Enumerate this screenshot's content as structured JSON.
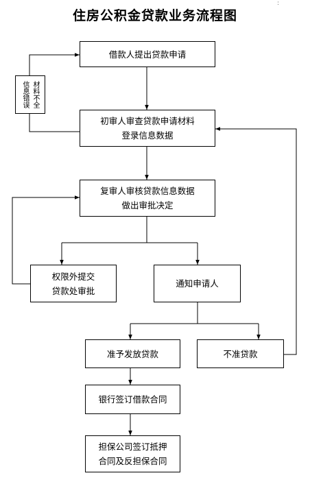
{
  "title": "住房公积金贷款业务流程图",
  "corner_mark": ":",
  "boxes": {
    "apply": [
      "借款人提出贷款申请"
    ],
    "first_review": [
      "初审人审查贷款申请材料",
      "登录信息数据"
    ],
    "second_review": [
      "复审人审核贷款信息数据",
      "做出审批决定"
    ],
    "beyond_authority": [
      "权限外提交",
      "贷款处审批"
    ],
    "notify": [
      "通知申请人"
    ],
    "approve": [
      "准予发放贷款"
    ],
    "reject": [
      "不准贷款"
    ],
    "bank_contract": [
      "银行签订借款合同"
    ],
    "guarantee": [
      "担保公司签订抵押",
      "合同及反担保合同"
    ]
  },
  "side_labels": {
    "material_incomplete": "材料不全",
    "info_error": "信息错误"
  }
}
